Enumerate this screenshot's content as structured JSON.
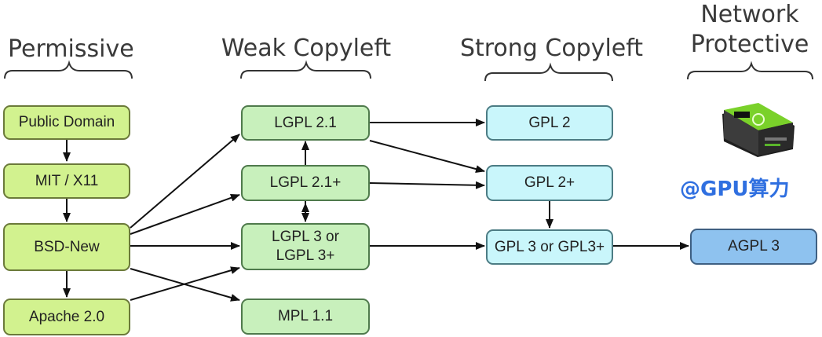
{
  "categories": {
    "permissive": "Permissive",
    "weak": "Weak Copyleft",
    "strong": "Strong Copyleft",
    "network": "Network\nProtective"
  },
  "licenses": {
    "public_domain": "Public Domain",
    "mit": "MIT / X11",
    "bsd": "BSD-New",
    "apache": "Apache 2.0",
    "lgpl21": "LGPL 2.1",
    "lgpl21plus": "LGPL 2.1+",
    "lgpl3": "LGPL 3 or\nLGPL 3+",
    "mpl": "MPL 1.1",
    "gpl2": "GPL 2",
    "gpl2plus": "GPL 2+",
    "gpl3": "GPL 3 or GPL3+",
    "agpl3": "AGPL 3"
  },
  "watermark": "@GPU算力",
  "colors": {
    "permissive": "#d2f28f",
    "weak_copyleft": "#c8f0bc",
    "strong_copyleft": "#c9f6fb",
    "network_protective": "#8ec2ef",
    "watermark": "#2f6fe0"
  },
  "icons": [
    "gpu-device-icon"
  ]
}
